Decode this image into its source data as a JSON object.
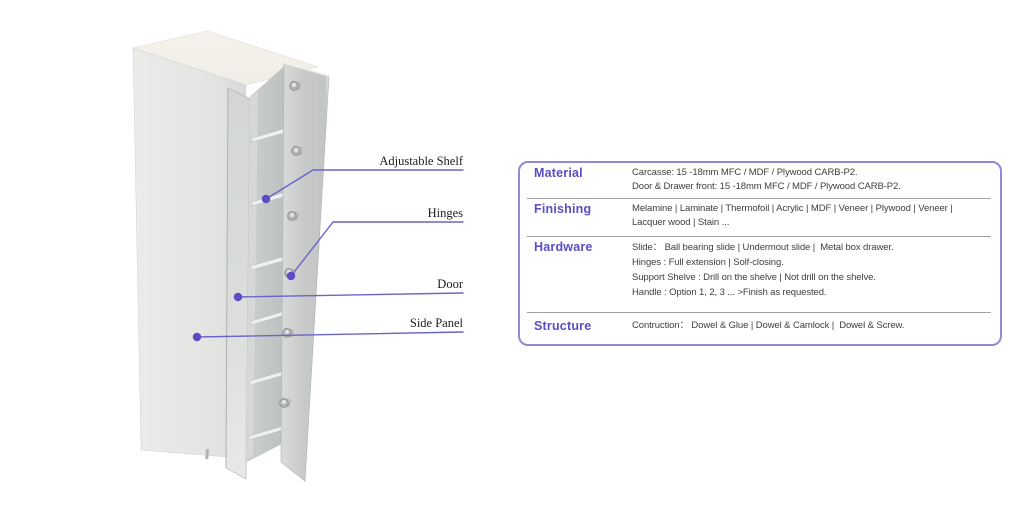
{
  "diagram": {
    "callouts": [
      {
        "label": "Adjustable Shelf"
      },
      {
        "label": "Hinges"
      },
      {
        "label": "Door"
      },
      {
        "label": "Side Panel"
      }
    ]
  },
  "spec_table": {
    "rows": [
      {
        "label": "Material",
        "lines": [
          "Carcasse: 15 -18mm MFC / MDF / Plywood CARB-P2.",
          "Door & Drawer front: 15 -18mm MFC / MDF / Plywood CARB-P2."
        ]
      },
      {
        "label": "Finishing",
        "lines": [
          "Melamine | Laminate | Thermofoil | Acrylic | MDF | Veneer | Plywood | Veneer |",
          "Lacquer wood | Stain ..."
        ]
      },
      {
        "label": "Hardware",
        "lines": [
          "Slide： Ball bearing slide | Undermout slide |  Metal box drawer.",
          "Hinges : Full extension | Solf-closing.",
          "Support Shelve : Drill on the shelve | Not drill on the shelve.",
          "Handle : Option 1, 2, 3 ... >Finish as requested."
        ]
      },
      {
        "label": "Structure",
        "lines": [
          "Contruction： Dowel & Glue | Dowel & Camlock |  Dowel & Screw."
        ]
      }
    ]
  },
  "colors": {
    "accent_purple": "#574ec7",
    "callout_line": "#6b63c8",
    "callout_dot": "#5b4bc4",
    "table_border": "#9189d8",
    "divider_gray": "#a2a2a6",
    "body_text": "#3e3e3e"
  }
}
